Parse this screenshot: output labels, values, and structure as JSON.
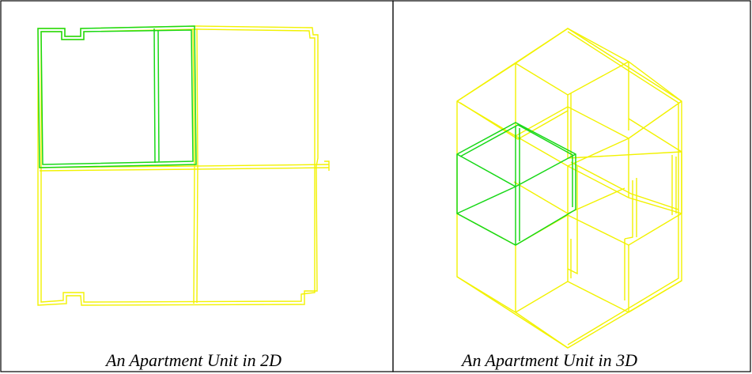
{
  "panels": [
    {
      "caption": "An Apartment Unit in 2D",
      "view": "2D floor plan",
      "highlight_color": "#18d818",
      "line_color": "#f2f200"
    },
    {
      "caption": "An Apartment Unit in 3D",
      "view": "3D wireframe",
      "highlight_color": "#18d818",
      "line_color": "#f2f200"
    }
  ]
}
